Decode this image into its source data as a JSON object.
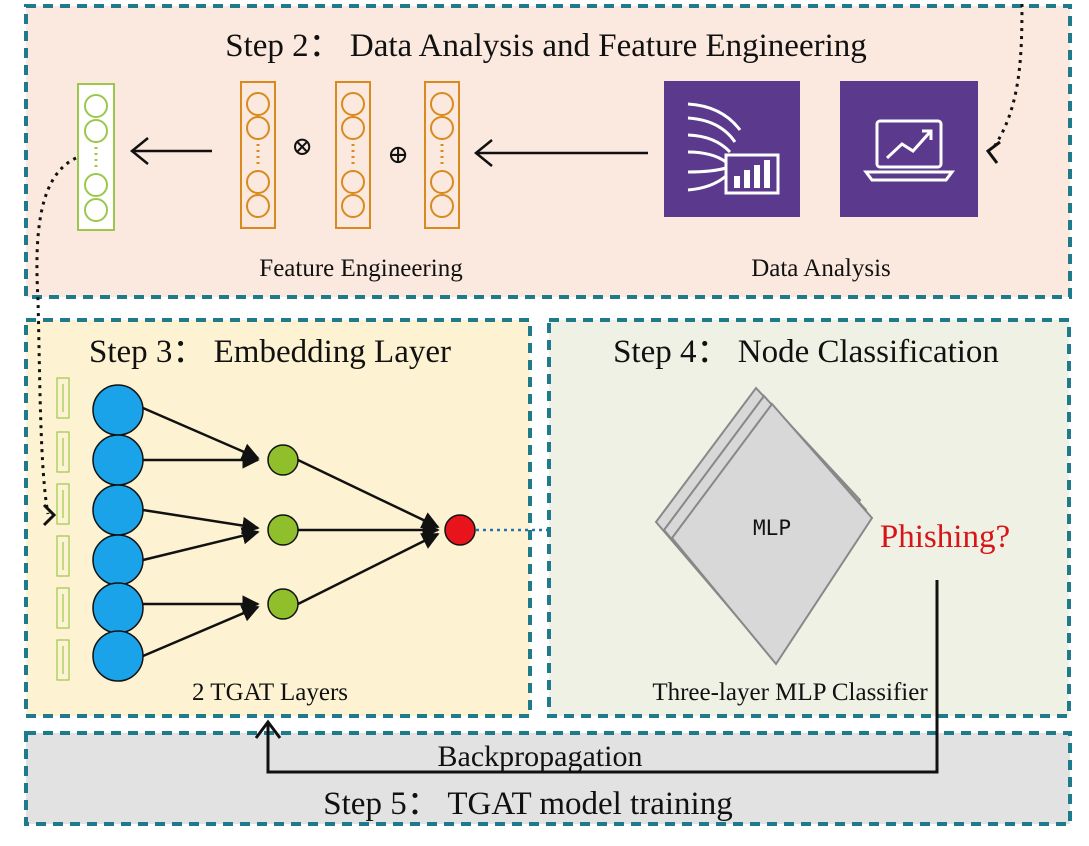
{
  "step2": {
    "title": "Step 2： Data Analysis and Feature Engineering",
    "feature_label": "Feature Engineering",
    "analysis_label": "Data Analysis",
    "op_multiply": "⊗",
    "op_add": "⊕"
  },
  "step3": {
    "title": "Step 3： Embedding Layer",
    "caption": "2 TGAT Layers"
  },
  "step4": {
    "title": "Step 4： Node Classification",
    "mlp_label": "MLP",
    "phishing_label": "Phishing?",
    "caption": "Three-layer MLP Classifier"
  },
  "step5": {
    "backprop_label": "Backpropagation",
    "title": "Step 5： TGAT model training"
  },
  "colors": {
    "step2_bg": "#fbe9df",
    "step3_bg": "#fdf3d2",
    "step4_bg": "#eef1e4",
    "step5_bg": "#e2e2e2",
    "dashed_border": "#1f7a8c",
    "feature_vector": "#d98a1e",
    "embedding_vector": "#9bc84b",
    "input_node": "#1aa3e8",
    "hidden_node": "#8fbf2a",
    "output_node": "#e8141c",
    "analysis_tile": "#5b3a8e",
    "phishing_text": "#d81418",
    "connection_blue": "#2a6fb0"
  },
  "icons": [
    "stream-chart-icon",
    "laptop-trend-icon"
  ]
}
